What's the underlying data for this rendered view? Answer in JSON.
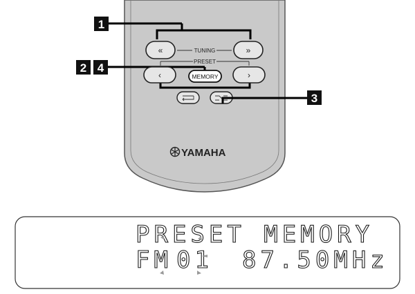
{
  "callouts": {
    "top": "1",
    "left_a": "2",
    "left_b": "4",
    "right": "3"
  },
  "remote": {
    "tuning_label": "TUNING",
    "preset_label": "PRESET",
    "tuning_down": "«",
    "tuning_up": "»",
    "preset_down": "‹",
    "preset_up": "›",
    "memory_label": "MEMORY",
    "brand": "YAMAHA"
  },
  "display": {
    "line1": "PRESET MEMORY",
    "line2_band": "FM",
    "line2_preset": "01",
    "line2_freq": "87.50MHz"
  },
  "colors": {
    "remote_body": "#c9c9c9",
    "button_face": "#e6e6e6",
    "callout_box": "#111111"
  }
}
